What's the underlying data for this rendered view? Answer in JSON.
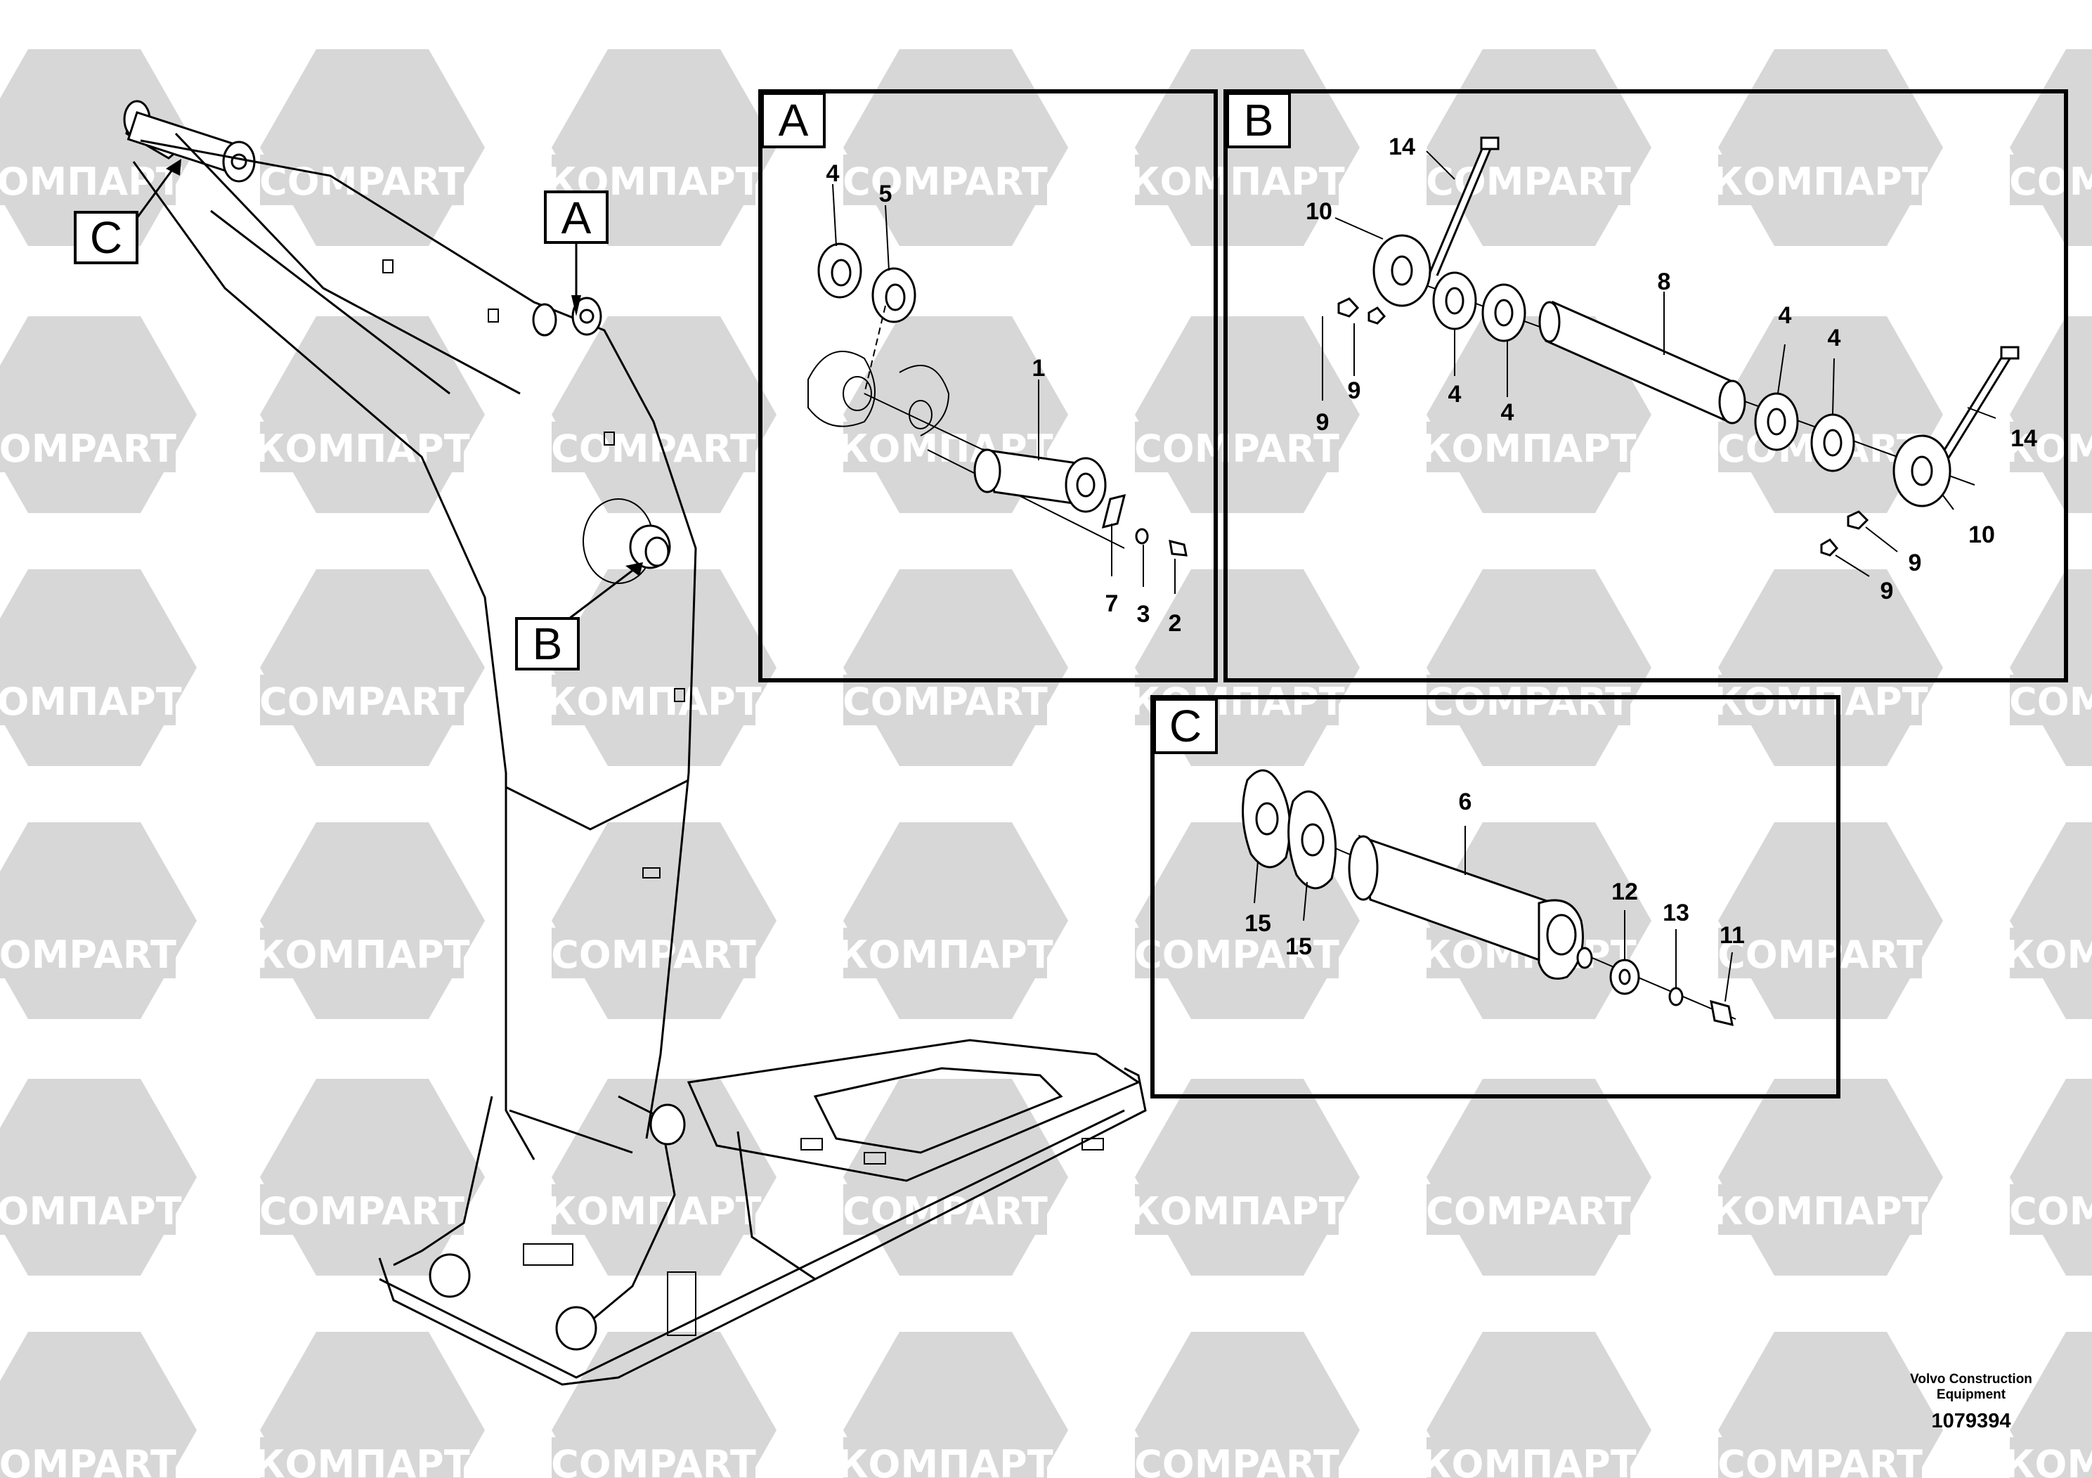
{
  "watermarks": [
    "КОМПАРТ",
    "COMPART"
  ],
  "detail_labels": {
    "a": "A",
    "b": "B",
    "c": "C"
  },
  "panel_a": {
    "callouts": [
      "4",
      "5",
      "1",
      "7",
      "3",
      "2"
    ]
  },
  "panel_b": {
    "callouts": [
      "14",
      "10",
      "8",
      "9",
      "9",
      "4",
      "4",
      "4",
      "4",
      "14",
      "10",
      "9",
      "9"
    ]
  },
  "panel_c": {
    "callouts": [
      "6",
      "15",
      "15",
      "12",
      "13",
      "11"
    ]
  },
  "footer": {
    "company_line1": "Volvo Construction",
    "company_line2": "Equipment",
    "figure_number": "1079394"
  },
  "colors": {
    "watermark": "#d7d7d7",
    "line": "#000000",
    "background": "#ffffff"
  }
}
